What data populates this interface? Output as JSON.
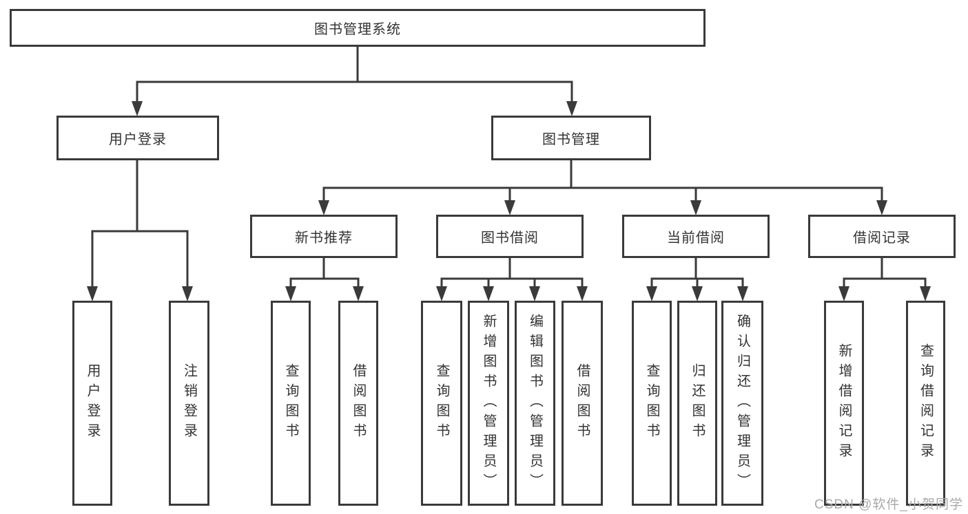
{
  "diagram": {
    "root": {
      "label": "图书管理系统"
    },
    "user_login": {
      "label": "用户登录",
      "children": [
        {
          "label": "用户登录"
        },
        {
          "label": "注销登录"
        }
      ]
    },
    "book_management": {
      "label": "图书管理",
      "sections": [
        {
          "label": "新书推荐",
          "children": [
            {
              "label": "查询图书"
            },
            {
              "label": "借阅图书"
            }
          ]
        },
        {
          "label": "图书借阅",
          "children": [
            {
              "label": "查询图书"
            },
            {
              "label": "新增图书（管理员）"
            },
            {
              "label": "编辑图书（管理员）"
            },
            {
              "label": "借阅图书"
            }
          ]
        },
        {
          "label": "当前借阅",
          "children": [
            {
              "label": "查询图书"
            },
            {
              "label": "归还图书"
            },
            {
              "label": "确认归还（管理员）"
            }
          ]
        },
        {
          "label": "借阅记录",
          "children": [
            {
              "label": "新增借阅记录"
            },
            {
              "label": "查询借阅记录"
            }
          ]
        }
      ]
    }
  },
  "watermark": {
    "text": "CSDN @软件_小贺同学",
    "color": "#a9a9a9"
  },
  "colors": {
    "line": "#3a3a3a",
    "box_border": "#3a3a3a",
    "text": "#333333",
    "background": "#ffffff"
  }
}
